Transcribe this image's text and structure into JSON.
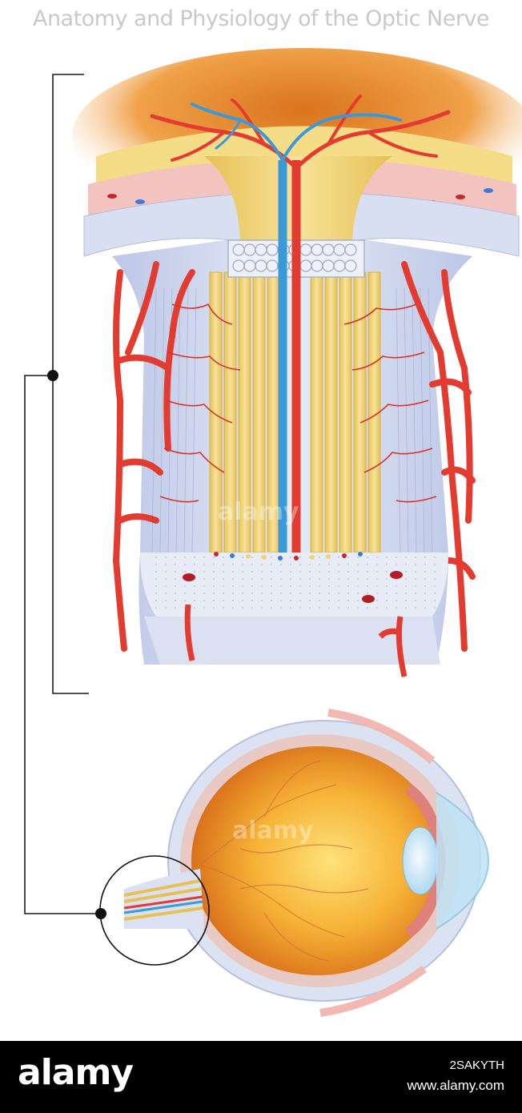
{
  "title": "Anatomy and Physiology of the Optic Nerve",
  "watermark": "alamy",
  "footer": {
    "brand": "alamy",
    "image_id": "2SAKYTH",
    "url": "www.alamy.com"
  },
  "colors": {
    "artery": "#e33b2f",
    "vein": "#3a9ad9",
    "nerve_fibers": "#f0d27a",
    "sclera": "#dde4f3",
    "retina_orange": "#f3a12a",
    "footer_bg": "#000000"
  }
}
